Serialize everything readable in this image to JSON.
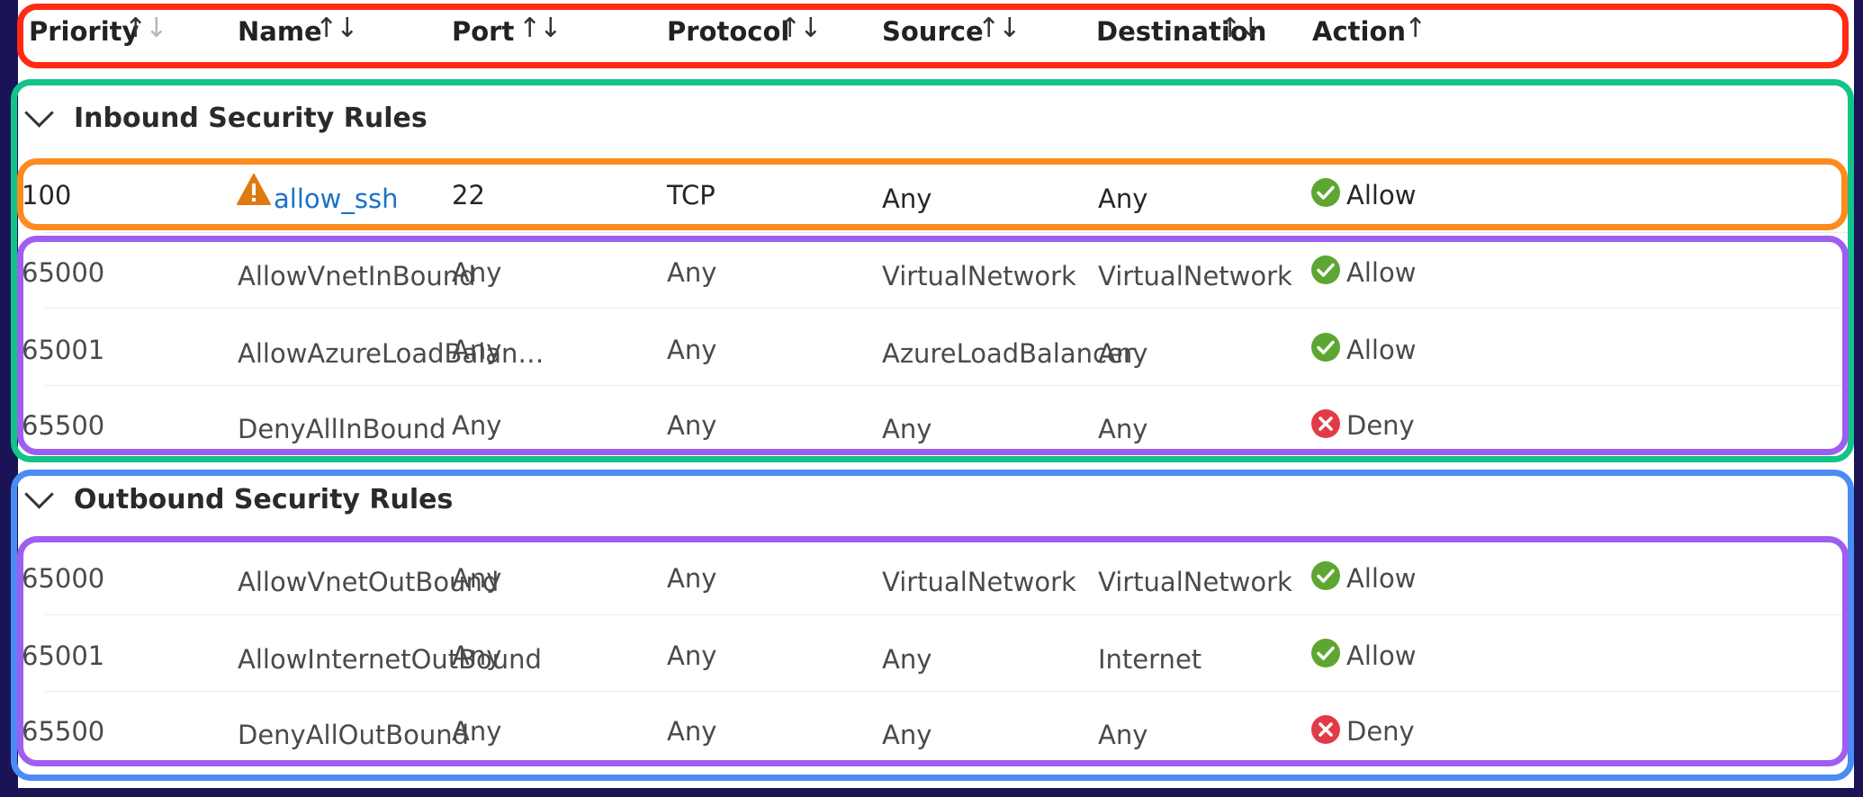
{
  "columns": [
    {
      "label": "Priority",
      "sort": "asc"
    },
    {
      "label": "Name",
      "sort": "none"
    },
    {
      "label": "Port",
      "sort": "none"
    },
    {
      "label": "Protocol",
      "sort": "none"
    },
    {
      "label": "Source",
      "sort": "none"
    },
    {
      "label": "Destination",
      "sort": "none"
    },
    {
      "label": "Action",
      "sort": "none"
    }
  ],
  "inbound": {
    "title": "Inbound Security Rules",
    "rows": [
      {
        "priority": "100",
        "name": "allow_ssh",
        "port": "22",
        "protocol": "TCP",
        "source": "Any",
        "destination": "Any",
        "action": "Allow",
        "warning": true
      },
      {
        "priority": "65000",
        "name": "AllowVnetInBound",
        "port": "Any",
        "protocol": "Any",
        "source": "VirtualNetwork",
        "destination": "VirtualNetwork",
        "action": "Allow"
      },
      {
        "priority": "65001",
        "name": "AllowAzureLoadBalan…",
        "port": "Any",
        "protocol": "Any",
        "source": "AzureLoadBalancer",
        "destination": "Any",
        "action": "Allow"
      },
      {
        "priority": "65500",
        "name": "DenyAllInBound",
        "port": "Any",
        "protocol": "Any",
        "source": "Any",
        "destination": "Any",
        "action": "Deny"
      }
    ]
  },
  "outbound": {
    "title": "Outbound Security Rules",
    "rows": [
      {
        "priority": "65000",
        "name": "AllowVnetOutBound",
        "port": "Any",
        "protocol": "Any",
        "source": "VirtualNetwork",
        "destination": "VirtualNetwork",
        "action": "Allow"
      },
      {
        "priority": "65001",
        "name": "AllowInternetOutBound",
        "port": "Any",
        "protocol": "Any",
        "source": "Any",
        "destination": "Internet",
        "action": "Allow"
      },
      {
        "priority": "65500",
        "name": "DenyAllOutBound",
        "port": "Any",
        "protocol": "Any",
        "source": "Any",
        "destination": "Any",
        "action": "Deny"
      }
    ]
  },
  "colors": {
    "allow": "#5ea632",
    "deny": "#e23b47",
    "warning": "#e07a10",
    "link": "#1a73c8",
    "frame_header": "#ff2a12",
    "frame_inbound": "#12c48a",
    "frame_highlight_row": "#ff8a1e",
    "frame_default_rules": "#9e5ef0",
    "frame_outbound": "#4a8cf6",
    "background": "#1a1457"
  },
  "icons": {
    "allow": "check-circle-icon",
    "deny": "x-circle-icon",
    "warning": "warning-triangle-icon",
    "collapse": "chevron-down-icon",
    "sort": "sort-arrows-icon"
  }
}
